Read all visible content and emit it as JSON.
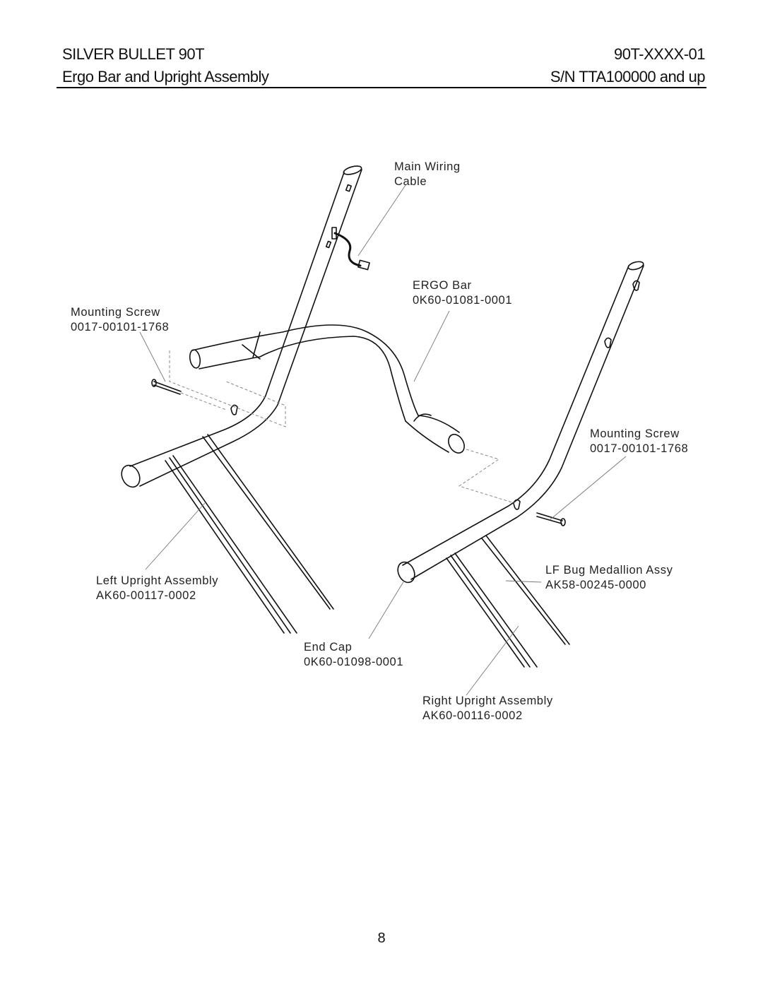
{
  "header": {
    "model": "SILVER BULLET 90T",
    "part_code": "90T-XXXX-01",
    "title": "Ergo Bar and Upright Assembly",
    "serial": "S/N TTA100000 and up"
  },
  "labels": {
    "main_wiring_cable": {
      "name_line1": "Main Wiring",
      "name_line2": "Cable"
    },
    "ergo_bar": {
      "name": "ERGO Bar",
      "part": "0K60-01081-0001"
    },
    "mounting_screw_left": {
      "name": "Mounting Screw",
      "part": "0017-00101-1768"
    },
    "mounting_screw_right": {
      "name": "Mounting Screw",
      "part": "0017-00101-1768"
    },
    "left_upright": {
      "name": "Left Upright Assembly",
      "part": "AK60-00117-0002"
    },
    "lf_bug_medallion": {
      "name": "LF Bug Medallion Assy",
      "part": "AK58-00245-0000"
    },
    "end_cap": {
      "name": "End Cap",
      "part": "0K60-01098-0001"
    },
    "right_upright": {
      "name": "Right Upright Assembly",
      "part": "AK60-00116-0002"
    }
  },
  "page_number": "8"
}
